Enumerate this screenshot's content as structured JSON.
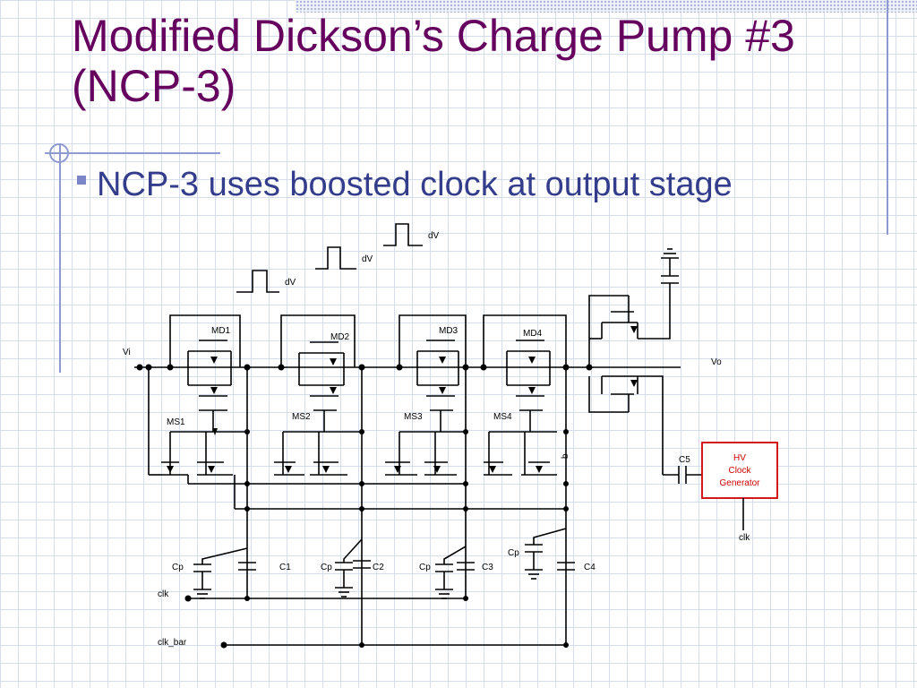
{
  "slide": {
    "title": "Modified Dickson’s Charge Pump #3 (NCP-3)",
    "subtitle": "NCP-3 uses boosted clock at output stage"
  },
  "circuit": {
    "input_label": "Vi",
    "output_label": "Vo",
    "diode_labels": [
      "MD1",
      "MD2",
      "MD3",
      "MD4"
    ],
    "switch_labels": [
      "MS1",
      "MS2",
      "MS3",
      "MS4"
    ],
    "cap_labels": [
      "C1",
      "C2",
      "C3",
      "C4"
    ],
    "output_cap_label": "C5",
    "parasitic_label": "Cp",
    "pulse_label": "dV",
    "node_label": "b",
    "clk_label": "clk",
    "clk_bar_label": "clk_bar",
    "hv_block": {
      "lines": [
        "HV",
        "Clock",
        "Generator"
      ],
      "input_label": "clk",
      "border_color": "#cc0000"
    }
  }
}
